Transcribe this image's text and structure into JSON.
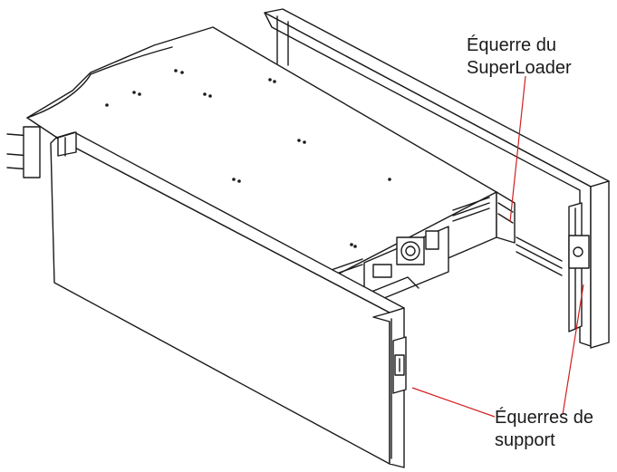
{
  "callouts": {
    "superloader_bracket": {
      "line1": "Équerre du",
      "line2": "SuperLoader"
    },
    "support_brackets": {
      "line1": "Équerres de",
      "line2": "support"
    }
  },
  "colors": {
    "leader_line": "#d22020",
    "stroke": "#1a1a1a",
    "fill": "#ffffff"
  }
}
